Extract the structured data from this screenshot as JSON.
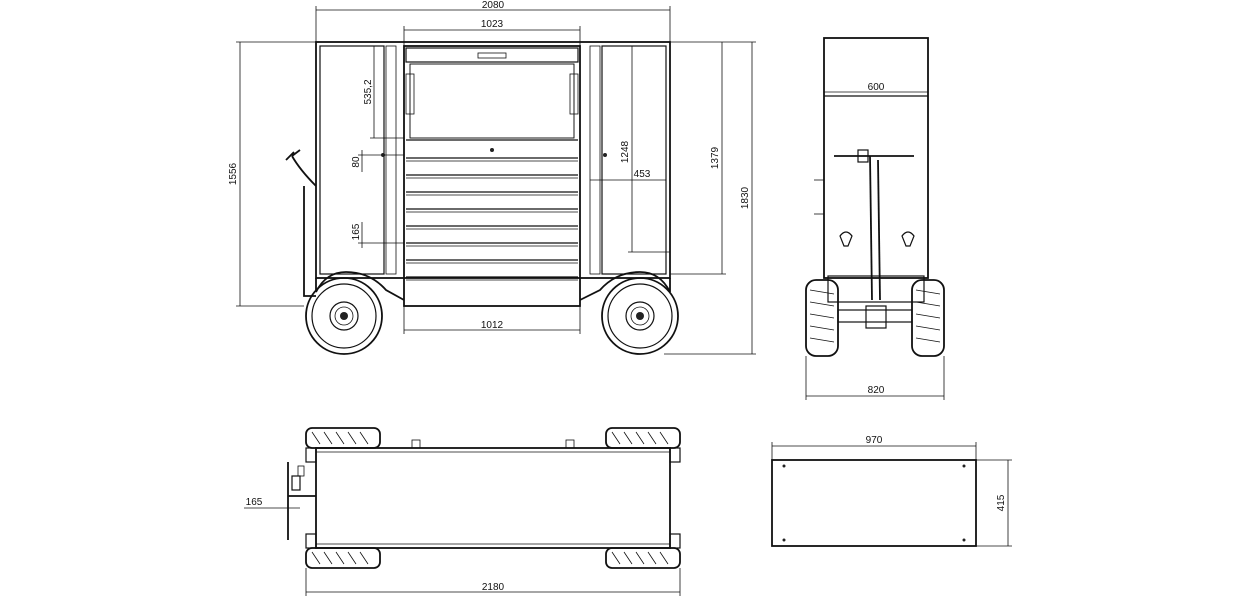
{
  "dimensions": {
    "front_total_width": "2080",
    "front_center_width": "1023",
    "front_height_1556": "1556",
    "front_535": "535,2",
    "front_80": "80",
    "front_165": "165",
    "front_1248": "1248",
    "front_453": "453",
    "front_1379": "1379",
    "front_1830": "1830",
    "front_1012": "1012",
    "side_600": "600",
    "side_820": "820",
    "top_165": "165",
    "top_2180": "2180",
    "panel_970": "970",
    "panel_415": "415"
  },
  "colors": {
    "line": "#111111",
    "background": "#ffffff"
  }
}
